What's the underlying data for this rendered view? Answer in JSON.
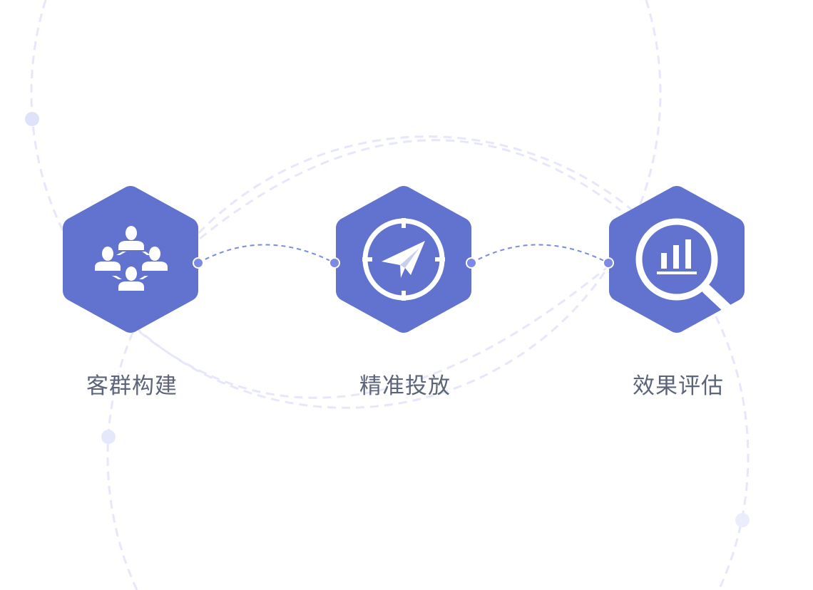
{
  "steps": [
    {
      "label": "客群构建",
      "icon": "people-network-icon"
    },
    {
      "label": "精准投放",
      "icon": "paper-plane-target-icon"
    },
    {
      "label": "效果评估",
      "icon": "magnifier-chart-icon"
    }
  ],
  "colors": {
    "hexagon": "#6173cf",
    "connector": "#7b8ae6",
    "background_arc": "#e4e6fb",
    "label": "#5b6478"
  }
}
